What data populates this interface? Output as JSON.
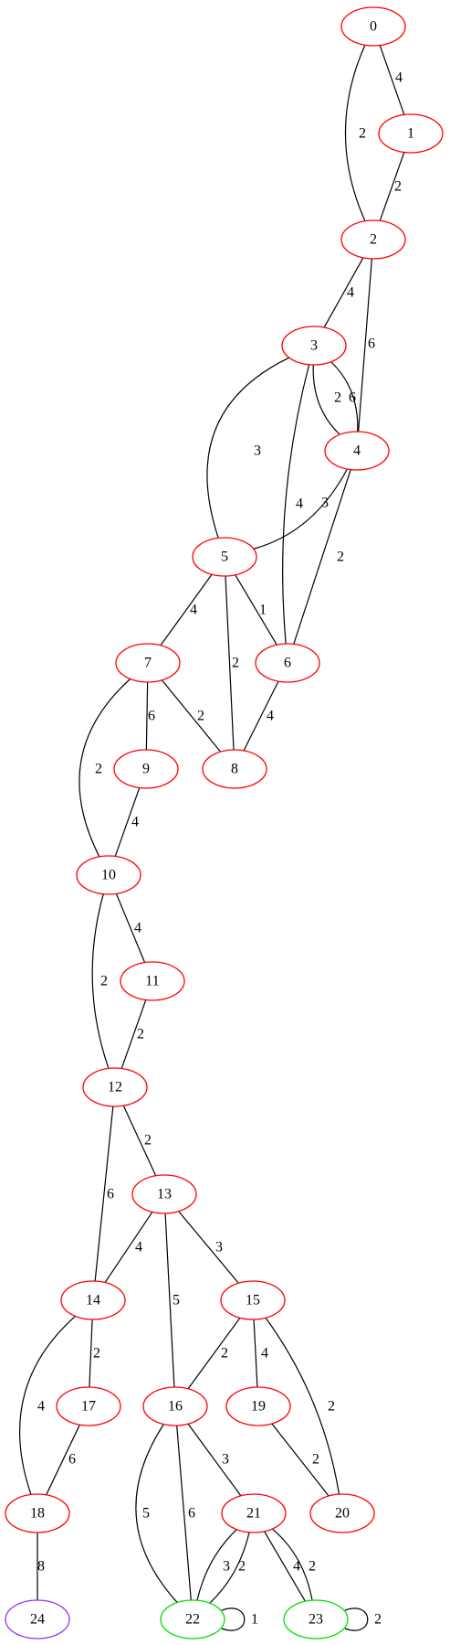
{
  "colors": {
    "default": "#ff0000",
    "green": "#00dd00",
    "purple": "#9933ee",
    "edge": "#000000"
  },
  "nodes": [
    {
      "id": "0",
      "label": "0",
      "color": "default"
    },
    {
      "id": "1",
      "label": "1",
      "color": "default"
    },
    {
      "id": "2",
      "label": "2",
      "color": "default"
    },
    {
      "id": "3",
      "label": "3",
      "color": "default"
    },
    {
      "id": "4",
      "label": "4",
      "color": "default"
    },
    {
      "id": "5",
      "label": "5",
      "color": "default"
    },
    {
      "id": "6",
      "label": "6",
      "color": "default"
    },
    {
      "id": "7",
      "label": "7",
      "color": "default"
    },
    {
      "id": "8",
      "label": "8",
      "color": "default"
    },
    {
      "id": "9",
      "label": "9",
      "color": "default"
    },
    {
      "id": "10",
      "label": "10",
      "color": "default"
    },
    {
      "id": "11",
      "label": "11",
      "color": "default"
    },
    {
      "id": "12",
      "label": "12",
      "color": "default"
    },
    {
      "id": "13",
      "label": "13",
      "color": "default"
    },
    {
      "id": "14",
      "label": "14",
      "color": "default"
    },
    {
      "id": "15",
      "label": "15",
      "color": "default"
    },
    {
      "id": "16",
      "label": "16",
      "color": "default"
    },
    {
      "id": "17",
      "label": "17",
      "color": "default"
    },
    {
      "id": "18",
      "label": "18",
      "color": "default"
    },
    {
      "id": "19",
      "label": "19",
      "color": "default"
    },
    {
      "id": "20",
      "label": "20",
      "color": "default"
    },
    {
      "id": "21",
      "label": "21",
      "color": "default"
    },
    {
      "id": "22",
      "label": "22",
      "color": "green"
    },
    {
      "id": "23",
      "label": "23",
      "color": "green"
    },
    {
      "id": "24",
      "label": "24",
      "color": "purple"
    }
  ],
  "edges": [
    {
      "id": "e0-1",
      "source": "0",
      "target": "1",
      "label": "4"
    },
    {
      "id": "e0-2",
      "source": "0",
      "target": "2",
      "label": "2"
    },
    {
      "id": "e1-2",
      "source": "1",
      "target": "2",
      "label": "2"
    },
    {
      "id": "e2-3",
      "source": "2",
      "target": "3",
      "label": "4"
    },
    {
      "id": "e2-4",
      "source": "2",
      "target": "4",
      "label": "6"
    },
    {
      "id": "e3-4a",
      "source": "3",
      "target": "4",
      "label": "2"
    },
    {
      "id": "e3-4b",
      "source": "3",
      "target": "4",
      "label": "6"
    },
    {
      "id": "e3-5",
      "source": "3",
      "target": "5",
      "label": "3"
    },
    {
      "id": "e3-6",
      "source": "3",
      "target": "6",
      "label": "4"
    },
    {
      "id": "e4-5",
      "source": "4",
      "target": "5",
      "label": "3"
    },
    {
      "id": "e4-6",
      "source": "4",
      "target": "6",
      "label": "2"
    },
    {
      "id": "e5-6",
      "source": "5",
      "target": "6",
      "label": "1"
    },
    {
      "id": "e5-7",
      "source": "5",
      "target": "7",
      "label": "4"
    },
    {
      "id": "e5-8",
      "source": "5",
      "target": "8",
      "label": "2"
    },
    {
      "id": "e6-8",
      "source": "6",
      "target": "8",
      "label": "4"
    },
    {
      "id": "e7-8",
      "source": "7",
      "target": "8",
      "label": "2"
    },
    {
      "id": "e7-9",
      "source": "7",
      "target": "9",
      "label": "6"
    },
    {
      "id": "e7-10",
      "source": "7",
      "target": "10",
      "label": "2"
    },
    {
      "id": "e9-10",
      "source": "9",
      "target": "10",
      "label": "4"
    },
    {
      "id": "e10-11",
      "source": "10",
      "target": "11",
      "label": "4"
    },
    {
      "id": "e10-12",
      "source": "10",
      "target": "12",
      "label": "2"
    },
    {
      "id": "e11-12",
      "source": "11",
      "target": "12",
      "label": "2"
    },
    {
      "id": "e12-13",
      "source": "12",
      "target": "13",
      "label": "2"
    },
    {
      "id": "e12-14",
      "source": "12",
      "target": "14",
      "label": "6"
    },
    {
      "id": "e13-14",
      "source": "13",
      "target": "14",
      "label": "4"
    },
    {
      "id": "e13-15",
      "source": "13",
      "target": "15",
      "label": "3"
    },
    {
      "id": "e13-16",
      "source": "13",
      "target": "16",
      "label": "5"
    },
    {
      "id": "e14-17",
      "source": "14",
      "target": "17",
      "label": "2"
    },
    {
      "id": "e14-18",
      "source": "14",
      "target": "18",
      "label": "4"
    },
    {
      "id": "e15-16",
      "source": "15",
      "target": "16",
      "label": "2"
    },
    {
      "id": "e15-19",
      "source": "15",
      "target": "19",
      "label": "4"
    },
    {
      "id": "e15-20",
      "source": "15",
      "target": "20",
      "label": "2"
    },
    {
      "id": "e16-21",
      "source": "16",
      "target": "21",
      "label": "3"
    },
    {
      "id": "e16-22a",
      "source": "16",
      "target": "22",
      "label": "5"
    },
    {
      "id": "e16-22b",
      "source": "16",
      "target": "22",
      "label": "6"
    },
    {
      "id": "e17-18",
      "source": "17",
      "target": "18",
      "label": "6"
    },
    {
      "id": "e18-24",
      "source": "18",
      "target": "24",
      "label": "8"
    },
    {
      "id": "e19-20",
      "source": "19",
      "target": "20",
      "label": "2"
    },
    {
      "id": "e21-22a",
      "source": "21",
      "target": "22",
      "label": "3"
    },
    {
      "id": "e21-22b",
      "source": "21",
      "target": "22",
      "label": "2"
    },
    {
      "id": "e21-23a",
      "source": "21",
      "target": "23",
      "label": "4"
    },
    {
      "id": "e21-23b",
      "source": "21",
      "target": "23",
      "label": "2"
    },
    {
      "id": "e22-22",
      "source": "22",
      "target": "22",
      "label": "1"
    },
    {
      "id": "e23-23",
      "source": "23",
      "target": "23",
      "label": "2"
    }
  ]
}
